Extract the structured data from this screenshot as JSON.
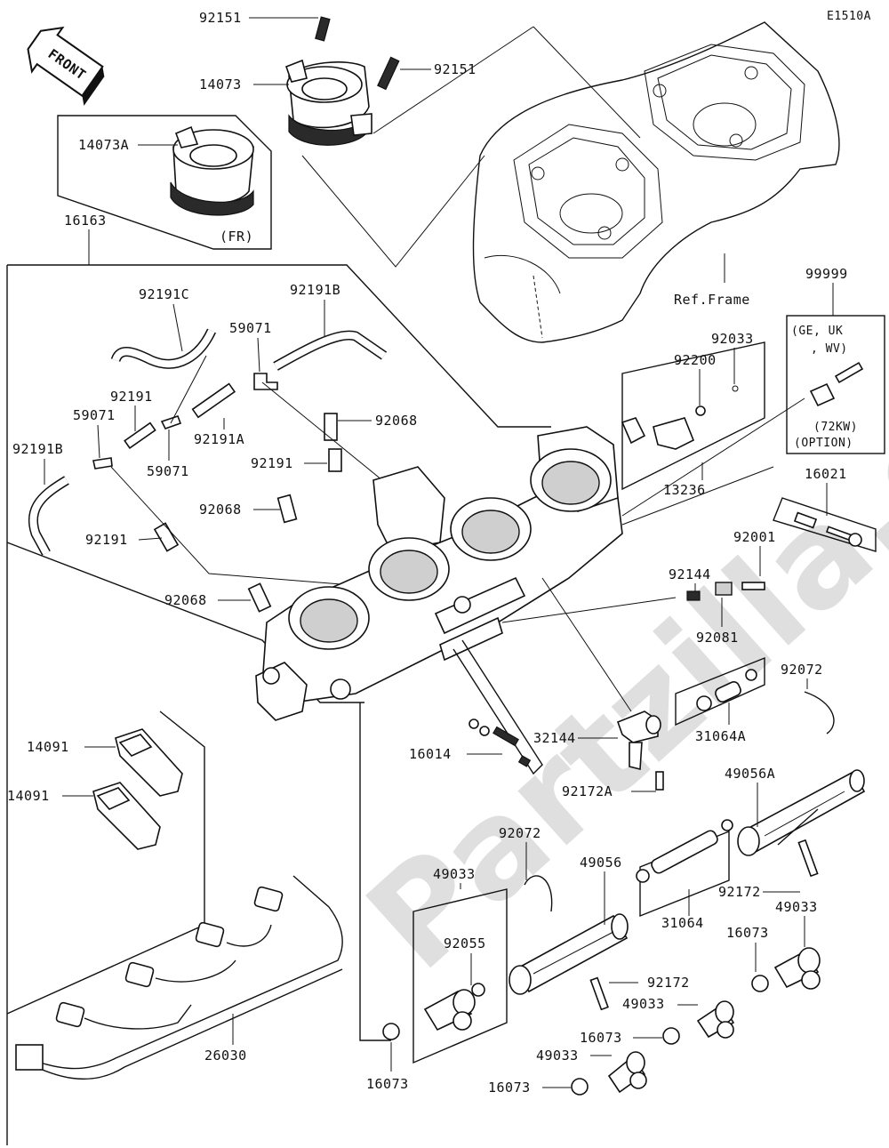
{
  "diagram_code": "E1510A",
  "front_label": "FRONT",
  "ref_frame_label": "Ref.Frame",
  "fr_label": "(FR)",
  "option_box": {
    "part": "99999",
    "line1": "(GE, UK",
    "line2": ", WV)",
    "line3": "(72KW)",
    "line4": "(OPTION)"
  },
  "watermark": "Partzilla.com",
  "part_numbers": {
    "p92151a": "92151",
    "p92151b": "92151",
    "p14073": "14073",
    "p14073A": "14073A",
    "p16163": "16163",
    "p92191C": "92191C",
    "p92191B_top": "92191B",
    "p59071a": "59071",
    "p59071b": "59071",
    "p59071c": "59071",
    "p92191a": "92191",
    "p92191b": "92191",
    "p92191c": "92191",
    "p92191A": "92191A",
    "p92191B_left": "92191B",
    "p92068a": "92068",
    "p92068b": "92068",
    "p92068c": "92068",
    "p92033": "92033",
    "p92200": "92200",
    "p13236": "13236",
    "p16021": "16021",
    "p92144": "92144",
    "p92001": "92001",
    "p92081": "92081",
    "p92072a": "92072",
    "p92072b": "92072",
    "p31064A": "31064A",
    "p32144": "32144",
    "p16014": "16014",
    "p92172A": "92172A",
    "p49056A": "49056A",
    "p14091a": "14091",
    "p14091b": "14091",
    "p49033a": "49033",
    "p49033b": "49033",
    "p49033c": "49033",
    "p49033d": "49033",
    "p49056": "49056",
    "p92172a": "92172",
    "p92172b": "92172",
    "p31064": "31064",
    "p92055": "92055",
    "p16073a": "16073",
    "p16073b": "16073",
    "p16073c": "16073",
    "p16073d": "16073",
    "p26030": "26030"
  }
}
